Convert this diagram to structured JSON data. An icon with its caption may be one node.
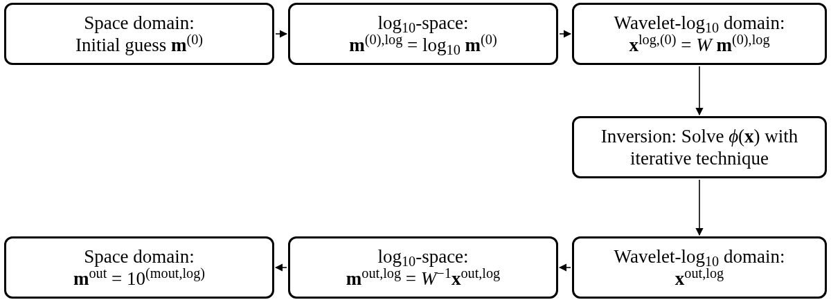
{
  "diagram": {
    "nodes": [
      {
        "text": [
          "Space domain:",
          "Initial guess **m**$^{(0)}$"
        ]
      },
      {
        "text": [
          "log$_{10}$-space:",
          "**m**$^{(0),log}$ = log$_{10}$ **m**$^{(0)}$"
        ]
      },
      {
        "text": [
          "Wavelet-log$_{10}$ domain:",
          "**x**$^{log,(0)}$ = *W* **m**$^{(0),log}$"
        ]
      },
      {
        "text": [
          "Inversion: Solve *ϕ*(**x**) with iterative technique"
        ]
      },
      {
        "text": [
          "Wavelet-log$_{10}$ domain:",
          "**x**$^{out,log}$"
        ]
      },
      {
        "text": [
          "log$_{10}$-space:",
          "**m**$^{out,log}$ = *W*$^{−1}$**x**$^{out,log}$"
        ]
      },
      {
        "text": [
          "Space domain:",
          "**m**$^{out}$ = 10$^{(m}$$^{out,log}$$^{)}$"
        ]
      }
    ],
    "edges": [
      {
        "from": 0,
        "to": 1,
        "arrow": "to"
      },
      {
        "from": 1,
        "to": 2,
        "arrow": "to"
      },
      {
        "from": 2,
        "to": 3,
        "arrow": "to"
      },
      {
        "from": 3,
        "to": 4,
        "arrow": "to"
      },
      {
        "from": 4,
        "to": 5,
        "arrow": "to"
      },
      {
        "from": 5,
        "to": 6,
        "arrow": "to"
      }
    ]
  }
}
